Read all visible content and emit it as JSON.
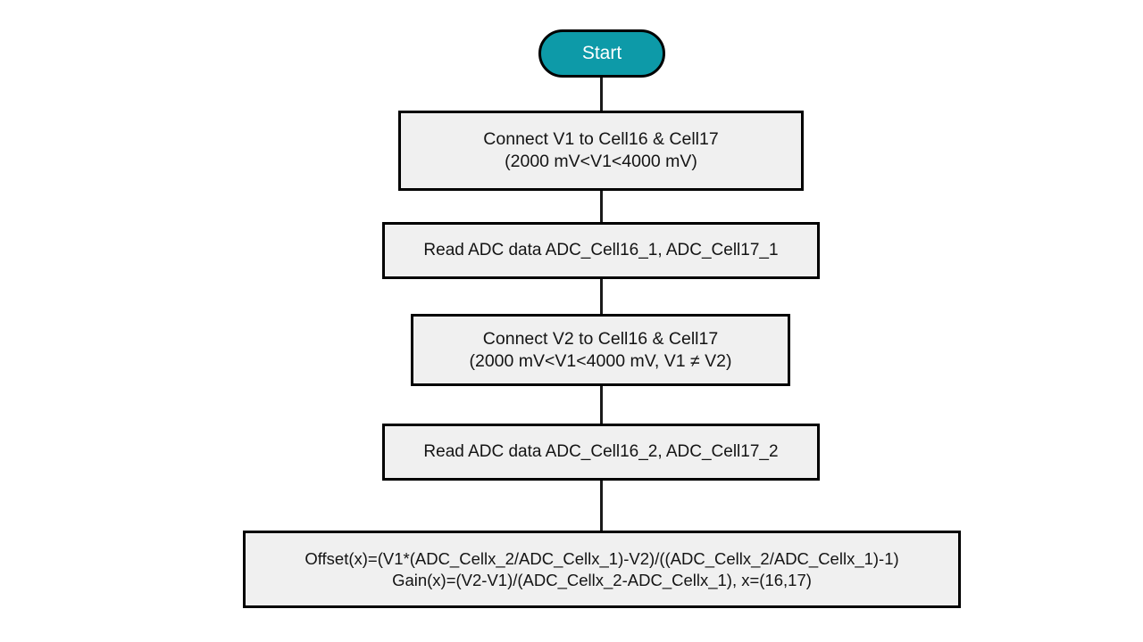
{
  "diagram": {
    "title": "ADC Cell16/Cell17 Offset and Gain Calibration Flowchart",
    "type": "flowchart",
    "orientation": "top-to-bottom",
    "colors": {
      "terminator_fill": "#0d9aa8",
      "terminator_text": "#ffffff",
      "process_fill": "#f0f0f0",
      "stroke": "#000000",
      "background": "#ffffff"
    },
    "nodes": [
      {
        "id": "start",
        "shape": "terminator",
        "label": "Start"
      },
      {
        "id": "connect-v1",
        "shape": "process",
        "line1": "Connect V1 to Cell16 & Cell17",
        "line2": "(2000 mV<V1<4000 mV)"
      },
      {
        "id": "read-adc-1",
        "shape": "process",
        "line1": "Read ADC data ADC_Cell16_1, ADC_Cell17_1"
      },
      {
        "id": "connect-v2",
        "shape": "process",
        "line1": "Connect V2 to Cell16 & Cell17",
        "line2": "(2000 mV<V1<4000 mV, V1 ≠ V2)"
      },
      {
        "id": "read-adc-2",
        "shape": "process",
        "line1": "Read ADC data ADC_Cell16_2, ADC_Cell17_2"
      },
      {
        "id": "compute-offset-gain",
        "shape": "process",
        "line1": "Offset(x)=(V1*(ADC_Cellx_2/ADC_Cellx_1)-V2)/((ADC_Cellx_2/ADC_Cellx_1)-1)",
        "line2": "Gain(x)=(V2-V1)/(ADC_Cellx_2-ADC_Cellx_1), x=(16,17)"
      }
    ],
    "edges": [
      {
        "id": "e1",
        "from": "start",
        "to": "connect-v1",
        "arrow": "none"
      },
      {
        "id": "e2",
        "from": "connect-v1",
        "to": "read-adc-1",
        "arrow": "none"
      },
      {
        "id": "e3",
        "from": "read-adc-1",
        "to": "connect-v2",
        "arrow": "none"
      },
      {
        "id": "e4",
        "from": "connect-v2",
        "to": "read-adc-2",
        "arrow": "none"
      },
      {
        "id": "e5",
        "from": "read-adc-2",
        "to": "compute-offset-gain",
        "arrow": "none"
      }
    ]
  }
}
